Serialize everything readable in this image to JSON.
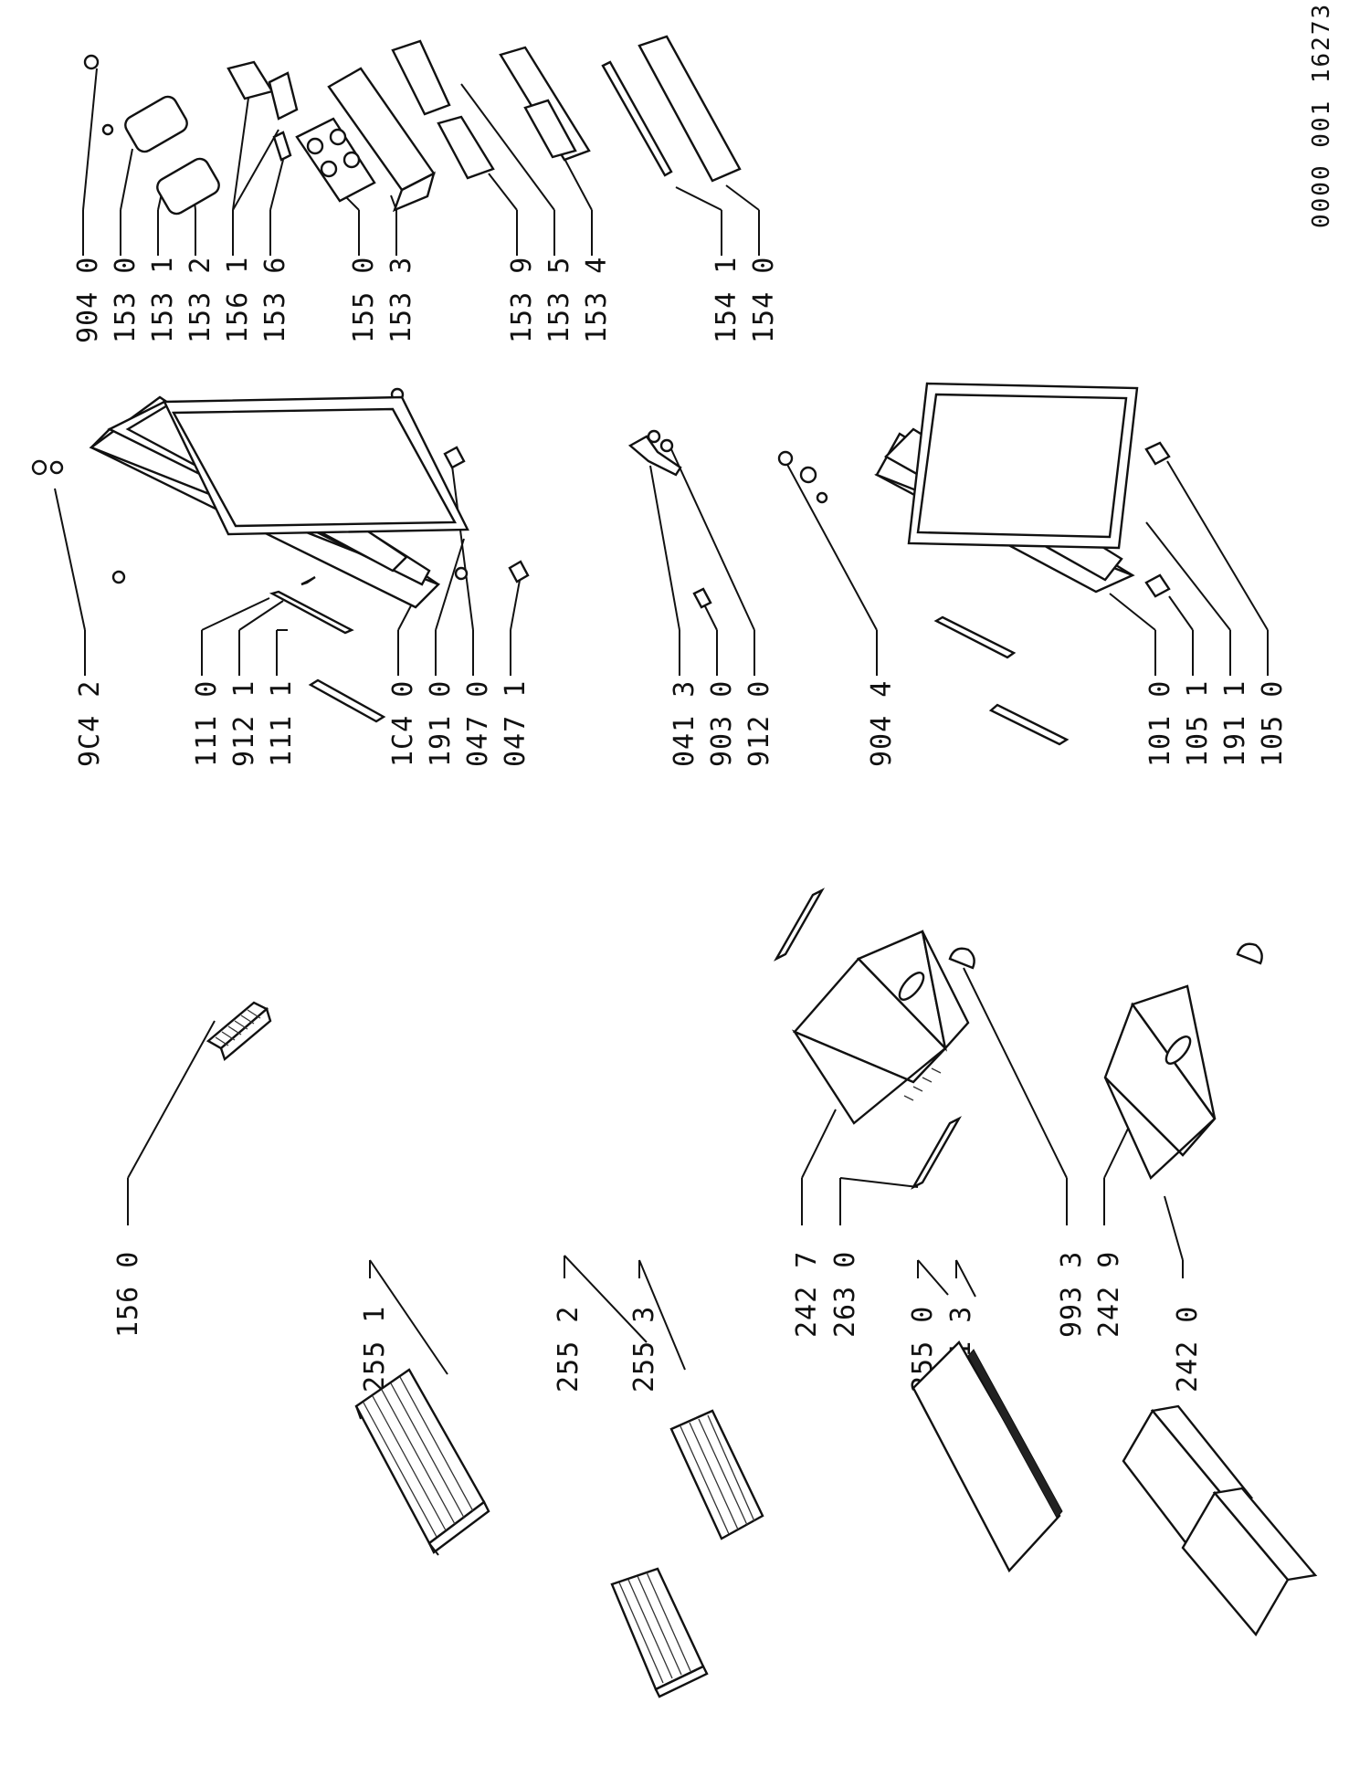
{
  "drawing_ref": "0000 001 16273",
  "labels": {
    "l1560": "156 0",
    "l2551": "255 1",
    "l2552": "255 2",
    "l2553": "255 3",
    "l2427": "242 7",
    "l2630": "263 0",
    "l2550": "255 0",
    "l1713": "171 3",
    "l9933": "993 3",
    "l2429": "242 9",
    "l2420": "242 0",
    "l9C42": "9C4 2",
    "l1110": "111 0",
    "l9121": "912 1",
    "l1111": "111 1",
    "l1C40": "1C4 0",
    "l1910": "191 0",
    "l0470": "047 0",
    "l0471": "047 1",
    "l0413": "041 3",
    "l9030": "903 0",
    "l9120": "912 0",
    "l9044": "904 4",
    "l1010": "101 0",
    "l1051": "105 1",
    "l1911": "191 1",
    "l1050": "105 0",
    "l9040": "904 0",
    "l1530": "153 0",
    "l1531": "153 1",
    "l1532": "153 2",
    "l1561": "156 1",
    "l1536": "153 6",
    "l1550": "155 0",
    "l1533": "153 3",
    "l1539": "153 9",
    "l1535": "153 5",
    "l1534": "153 4",
    "l1541": "154 1",
    "l1540": "154 0"
  }
}
